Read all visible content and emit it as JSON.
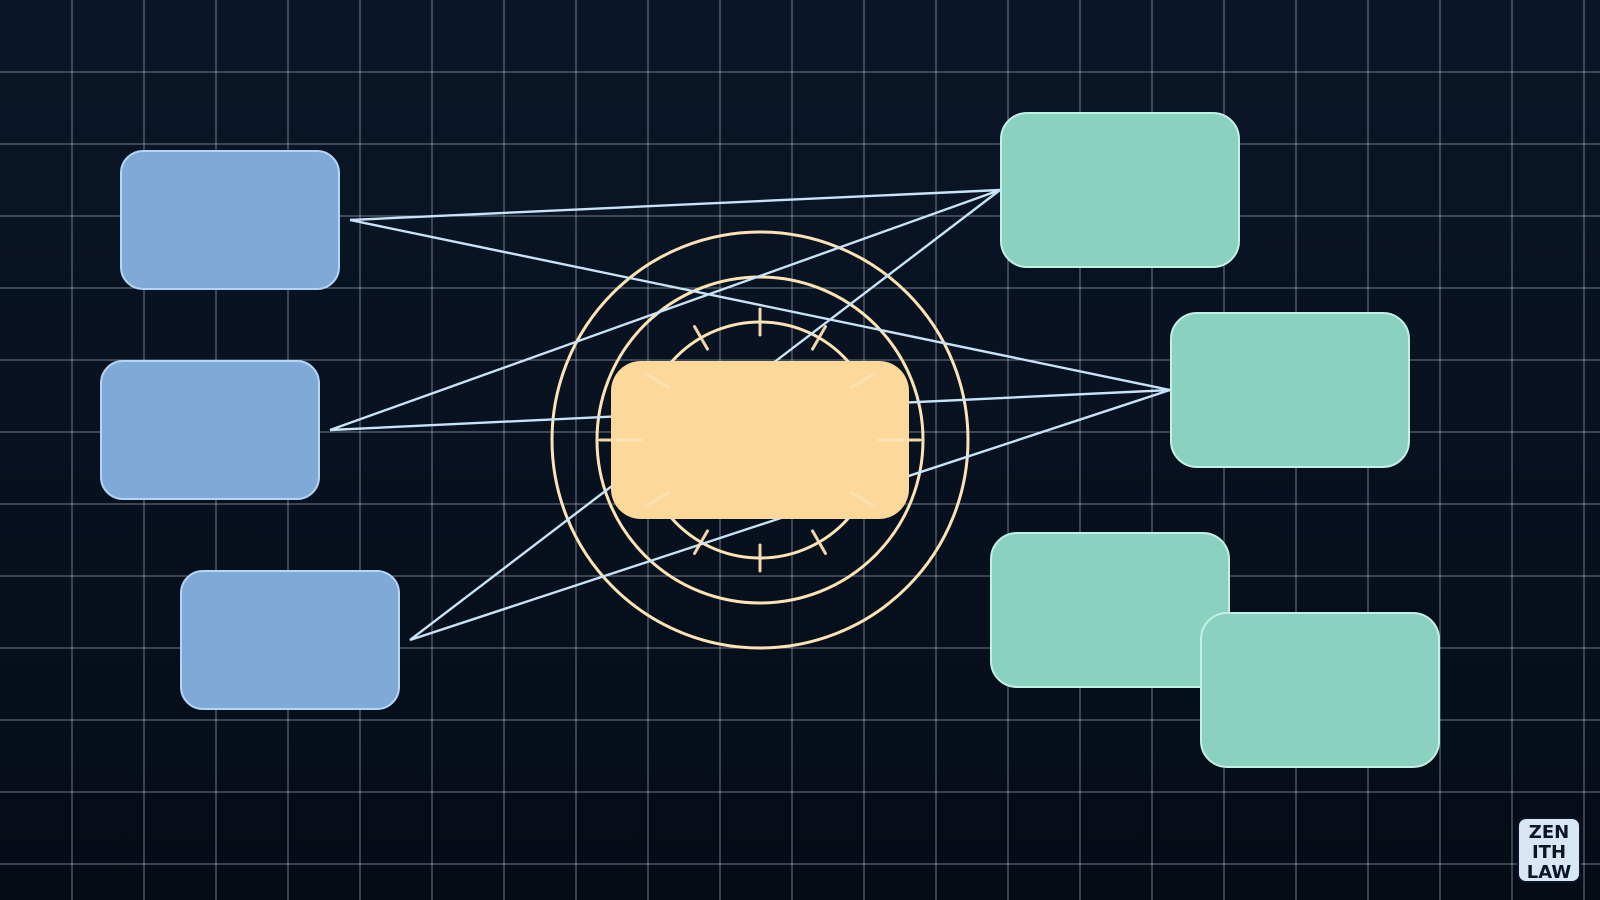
{
  "diagram": {
    "colors": {
      "background_top": "#0a1628",
      "background_bottom": "#050c16",
      "grid": "#c7d2e0",
      "source_fill": "#7fa9d6",
      "source_stroke": "#b4d5f5",
      "hub_fill": "#fcd99a",
      "hub_ring": "#fbe3b4",
      "target_fill": "#8ad1bf",
      "target_stroke": "#c3f0e4",
      "connector": "#c8e3f7",
      "logo_fill": "#d8e6f5",
      "logo_text": "#0a1628"
    },
    "sources": [
      {
        "name": "source-node-1",
        "label": ""
      },
      {
        "name": "source-node-2",
        "label": ""
      },
      {
        "name": "source-node-3",
        "label": ""
      }
    ],
    "hub": {
      "name": "hub-node",
      "label": ""
    },
    "targets": [
      {
        "name": "target-node-1",
        "label": ""
      },
      {
        "name": "target-node-2",
        "label": ""
      },
      {
        "name": "target-node-3",
        "label": ""
      },
      {
        "name": "target-node-4",
        "label": ""
      }
    ],
    "connections": [
      [
        "source-node-1",
        "target-node-1"
      ],
      [
        "source-node-1",
        "target-node-2"
      ],
      [
        "source-node-2",
        "target-node-1"
      ],
      [
        "source-node-2",
        "target-node-2"
      ],
      [
        "source-node-3",
        "target-node-1"
      ],
      [
        "source-node-3",
        "target-node-2"
      ]
    ]
  },
  "logo": {
    "icon": "zenith-law-logo",
    "lines": [
      "ZEN",
      "ITH",
      "LAW"
    ]
  }
}
